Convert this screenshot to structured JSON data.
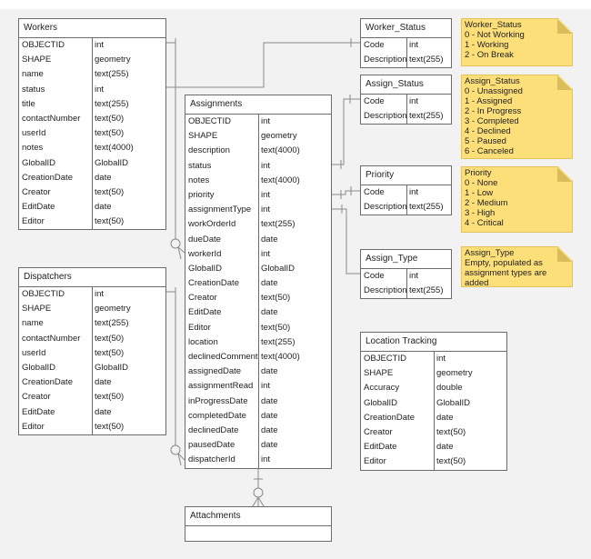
{
  "entities": {
    "workers": {
      "title": "Workers",
      "fields": [
        [
          "OBJECTID",
          "int"
        ],
        [
          "SHAPE",
          "geometry"
        ],
        [
          "name",
          "text(255)"
        ],
        [
          "status",
          "int"
        ],
        [
          "title",
          "text(255)"
        ],
        [
          "contactNumber",
          "text(50)"
        ],
        [
          "userId",
          "text(50)"
        ],
        [
          "notes",
          "text(4000)"
        ],
        [
          "GlobalID",
          "GlobalID"
        ],
        [
          "CreationDate",
          "date"
        ],
        [
          "Creator",
          "text(50)"
        ],
        [
          "EditDate",
          "date"
        ],
        [
          "Editor",
          "text(50)"
        ]
      ]
    },
    "dispatchers": {
      "title": "Dispatchers",
      "fields": [
        [
          "OBJECTID",
          "int"
        ],
        [
          "SHAPE",
          "geometry"
        ],
        [
          "name",
          "text(255)"
        ],
        [
          "contactNumber",
          "text(50)"
        ],
        [
          "userId",
          "text(50)"
        ],
        [
          "GlobalID",
          "GlobalID"
        ],
        [
          "CreationDate",
          "date"
        ],
        [
          "Creator",
          "text(50)"
        ],
        [
          "EditDate",
          "date"
        ],
        [
          "Editor",
          "text(50)"
        ]
      ]
    },
    "assignments": {
      "title": "Assignments",
      "fields": [
        [
          "OBJECTID",
          "int"
        ],
        [
          "SHAPE",
          "geometry"
        ],
        [
          "description",
          "text(4000)"
        ],
        [
          "status",
          "int"
        ],
        [
          "notes",
          "text(4000)"
        ],
        [
          "priority",
          "int"
        ],
        [
          "assignmentType",
          "int"
        ],
        [
          "workOrderId",
          "text(255)"
        ],
        [
          "dueDate",
          "date"
        ],
        [
          "workerId",
          "int"
        ],
        [
          "GlobalID",
          "GlobalID"
        ],
        [
          "CreationDate",
          "date"
        ],
        [
          "Creator",
          "text(50)"
        ],
        [
          "EditDate",
          "date"
        ],
        [
          "Editor",
          "text(50)"
        ],
        [
          "location",
          "text(255)"
        ],
        [
          "declinedComment",
          "text(4000)"
        ],
        [
          "assignedDate",
          "date"
        ],
        [
          "assignmentRead",
          "int"
        ],
        [
          "inProgressDate",
          "date"
        ],
        [
          "completedDate",
          "date"
        ],
        [
          "declinedDate",
          "date"
        ],
        [
          "pausedDate",
          "date"
        ],
        [
          "dispatcherId",
          "int"
        ]
      ]
    },
    "worker_status": {
      "title": "Worker_Status",
      "fields": [
        [
          "Code",
          "int"
        ],
        [
          "Description",
          "text(255)"
        ]
      ]
    },
    "assign_status": {
      "title": "Assign_Status",
      "fields": [
        [
          "Code",
          "int"
        ],
        [
          "Description",
          "text(255)"
        ]
      ]
    },
    "priority": {
      "title": "Priority",
      "fields": [
        [
          "Code",
          "int"
        ],
        [
          "Description",
          "text(255)"
        ]
      ]
    },
    "assign_type": {
      "title": "Assign_Type",
      "fields": [
        [
          "Code",
          "int"
        ],
        [
          "Description",
          "text(255)"
        ]
      ]
    },
    "location_tracking": {
      "title": "Location Tracking",
      "fields": [
        [
          "OBJECTID",
          "int"
        ],
        [
          "SHAPE",
          "geometry"
        ],
        [
          "Accuracy",
          "double"
        ],
        [
          "GlobalID",
          "GlobalID"
        ],
        [
          "CreationDate",
          "date"
        ],
        [
          "Creator",
          "text(50)"
        ],
        [
          "EditDate",
          "date"
        ],
        [
          "Editor",
          "text(50)"
        ]
      ]
    },
    "attachments": {
      "title": "Attachments",
      "fields": []
    }
  },
  "notes": {
    "worker_status": "Worker_Status\n0 - Not Working\n1 - Working\n2 - On Break",
    "assign_status": "Assign_Status\n0 - Unassigned\n1 - Assigned\n2 - In Progress\n3 - Completed\n4 - Declined\n5 - Paused\n6 - Canceled",
    "priority": "Priority\n0 - None\n1 - Low\n2 - Medium\n3 - High\n4 - Critical",
    "assign_type": "Assign_Type\nEmpty, populated as\nassignment types are added"
  },
  "colors": {
    "note": "#fddf7a",
    "line": "#8a8a8a",
    "border": "#6b6b6b",
    "background": "#f2f2f2"
  }
}
